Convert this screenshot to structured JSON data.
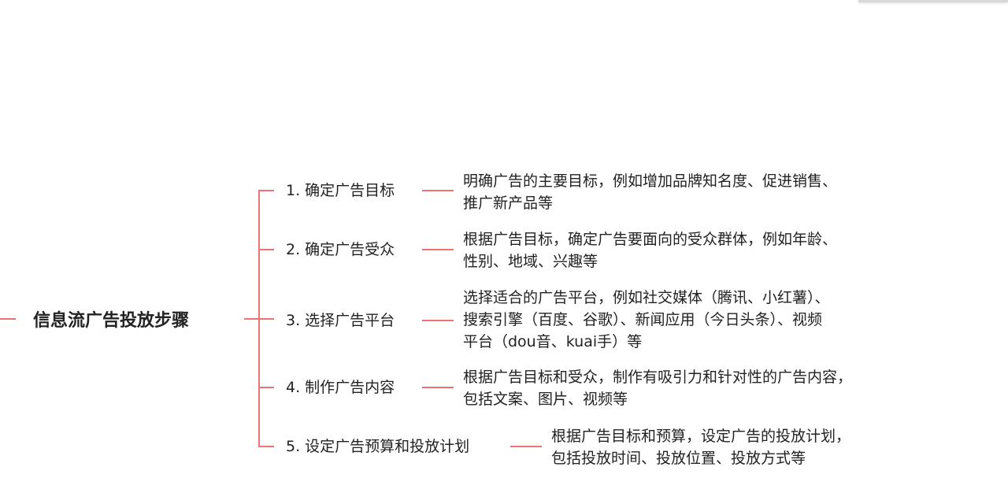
{
  "root": {
    "label": "信息流广告投放步骤"
  },
  "line_color": "#ec7373",
  "steps": [
    {
      "label": "1. 确定广告目标",
      "desc": [
        "明确广告的主要目标，例如增加品牌知名度、促进销售、",
        "推广新产品等"
      ]
    },
    {
      "label": "2. 确定广告受众",
      "desc": [
        "根据广告目标，确定广告要面向的受众群体，例如年龄、",
        "性别、地域、兴趣等"
      ]
    },
    {
      "label": "3. 选择广告平台",
      "desc": [
        "选择适合的广告平台，例如社交媒体（腾讯、小红薯）、",
        "搜索引擎（百度、谷歌）、新闻应用（今日头条）、视频",
        "平台（dou音、kuai手）等"
      ]
    },
    {
      "label": "4. 制作广告内容",
      "desc": [
        "根据广告目标和受众，制作有吸引力和针对性的广告内容，",
        "包括文案、图片、视频等"
      ]
    },
    {
      "label": "5. 设定广告预算和投放计划",
      "desc": [
        "根据广告目标和预算，设定广告的投放计划，",
        "包括投放时间、投放位置、投放方式等"
      ]
    }
  ]
}
